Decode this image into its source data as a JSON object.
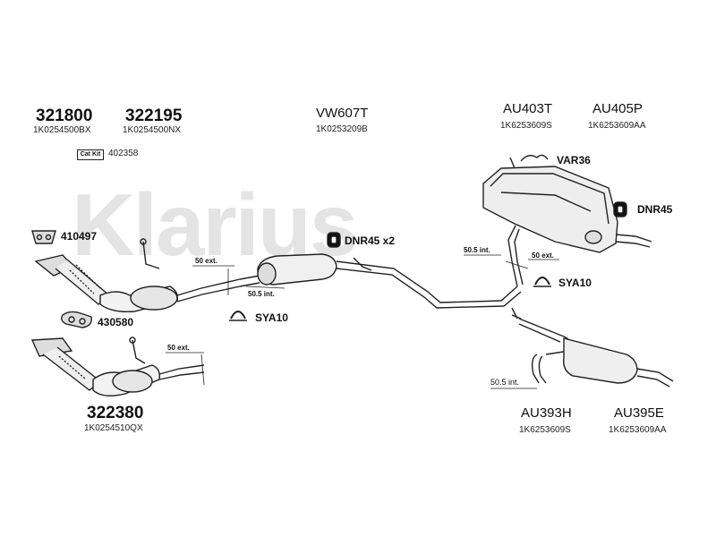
{
  "watermark": "Klarius",
  "parts": {
    "p321800": {
      "number": "321800",
      "ref": "1K0254500BX"
    },
    "p322195": {
      "number": "322195",
      "ref": "1K0254500NX"
    },
    "vw607t": {
      "number": "VW607T",
      "ref": "1K0253209B"
    },
    "au403t": {
      "number": "AU403T",
      "ref": "1K6253609S"
    },
    "au405p": {
      "number": "AU405P",
      "ref": "1K6253609AA"
    },
    "catkit": {
      "badge": "Cat Kit",
      "number": "402358"
    },
    "var36": "VAR36",
    "dnr45_right": "DNR45",
    "p410497": "410497",
    "dnr45_x2": "DNR45 x2",
    "sya10_right": "SYA10",
    "sya10_left": "SYA10",
    "p430580": "430580",
    "p322380": {
      "number": "322380",
      "ref": "1K0254510QX"
    },
    "au393h": {
      "number": "AU393H",
      "ref": "1K6253609S"
    },
    "au395e": {
      "number": "AU395E",
      "ref": "1K6253609AA"
    }
  },
  "dimensions": {
    "ext_50_top": "50 ext.",
    "int_505_mid": "50.5 int.",
    "int_505_right": "50.5 int.",
    "ext_50_right": "50 ext.",
    "ext_50_lower": "50 ext.",
    "int_505_lower": "50.5 int."
  }
}
